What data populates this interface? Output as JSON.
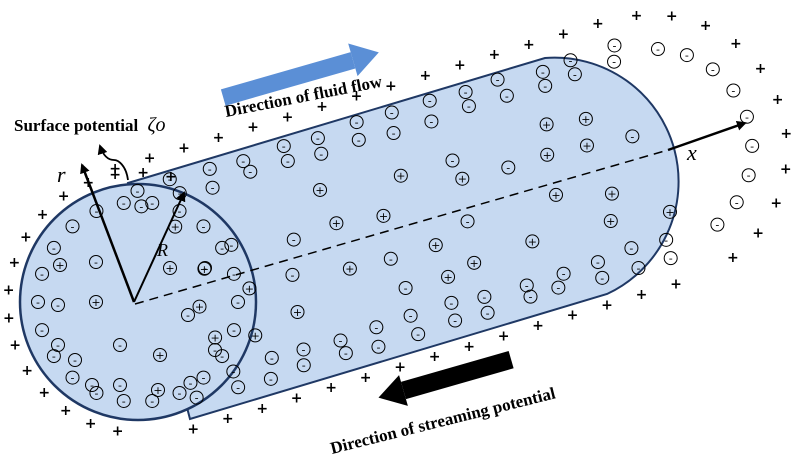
{
  "labels": {
    "fluid_flow": "Direction of fluid flow",
    "streaming_potential": "Direction of streaming potential",
    "surface_potential_text": "Surface potential",
    "surface_potential_symbol": "ζo",
    "axis_x": "x",
    "axis_r": "r",
    "radius": "R"
  },
  "ion_signs": {
    "negative": "-",
    "positive": "+"
  },
  "colors": {
    "cylinder_fill": "#c6d9f1",
    "cylinder_stroke": "#1f3864",
    "flow_arrow": "#5b8fd6",
    "potential_arrow": "#000000"
  }
}
